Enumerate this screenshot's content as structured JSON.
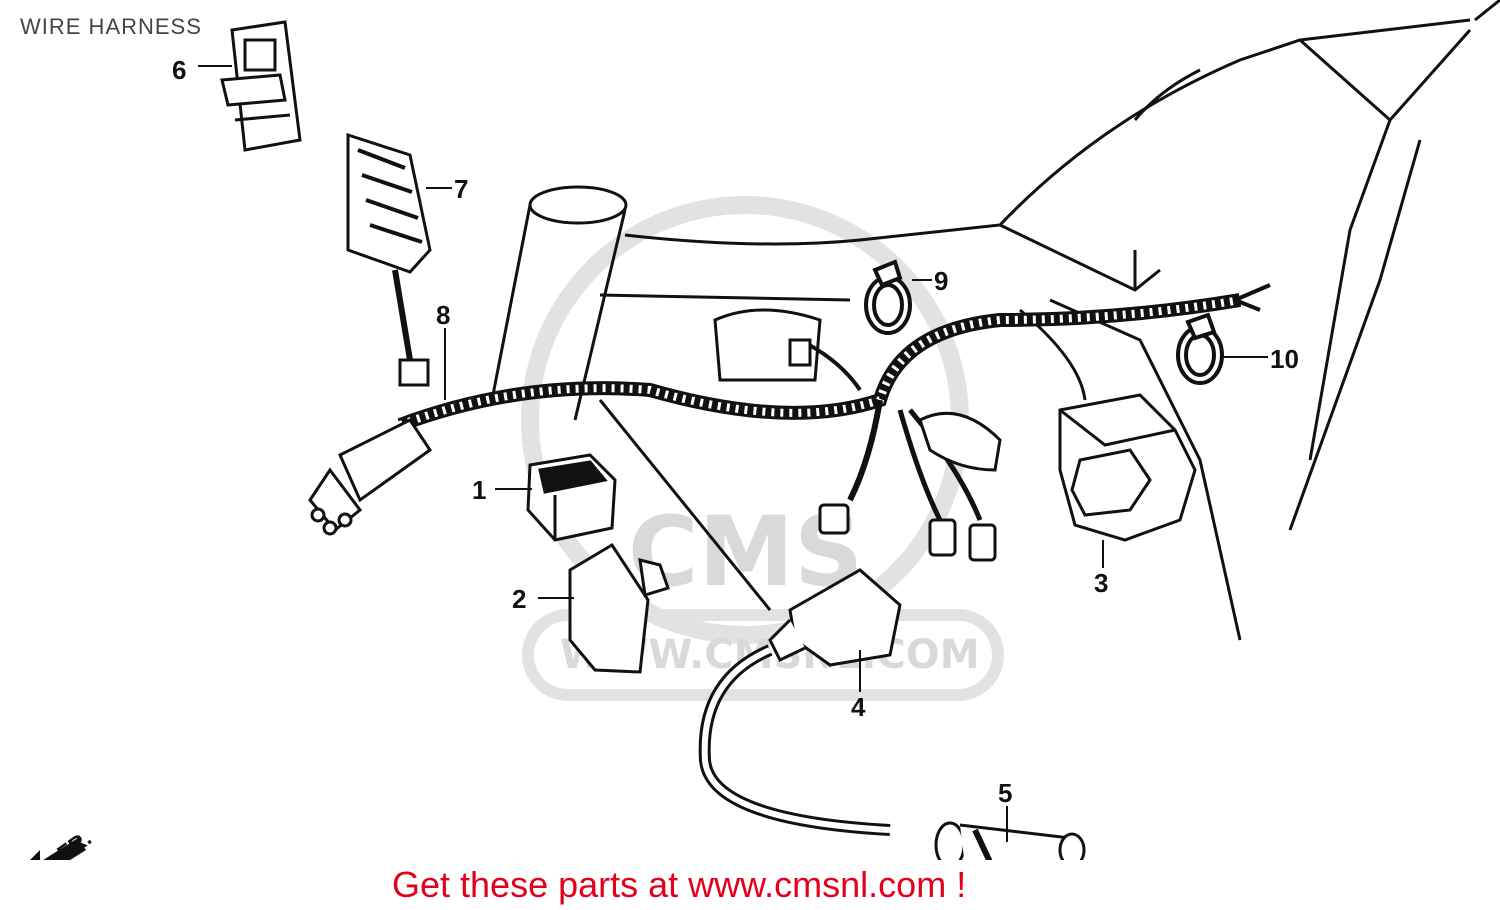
{
  "title": "WIRE HARNESS",
  "footer": "Get these parts at www.cmsnl.com !",
  "watermark": {
    "logo_text": "CMS",
    "url_text": "WWW.CMSNL.COM"
  },
  "direction_label": "FR.",
  "callouts": [
    "1",
    "2",
    "3",
    "4",
    "5",
    "6",
    "7",
    "8",
    "9",
    "10"
  ],
  "colors": {
    "footer": "#e3001b",
    "lines": "#111111",
    "watermark": "#d9d9d9"
  }
}
